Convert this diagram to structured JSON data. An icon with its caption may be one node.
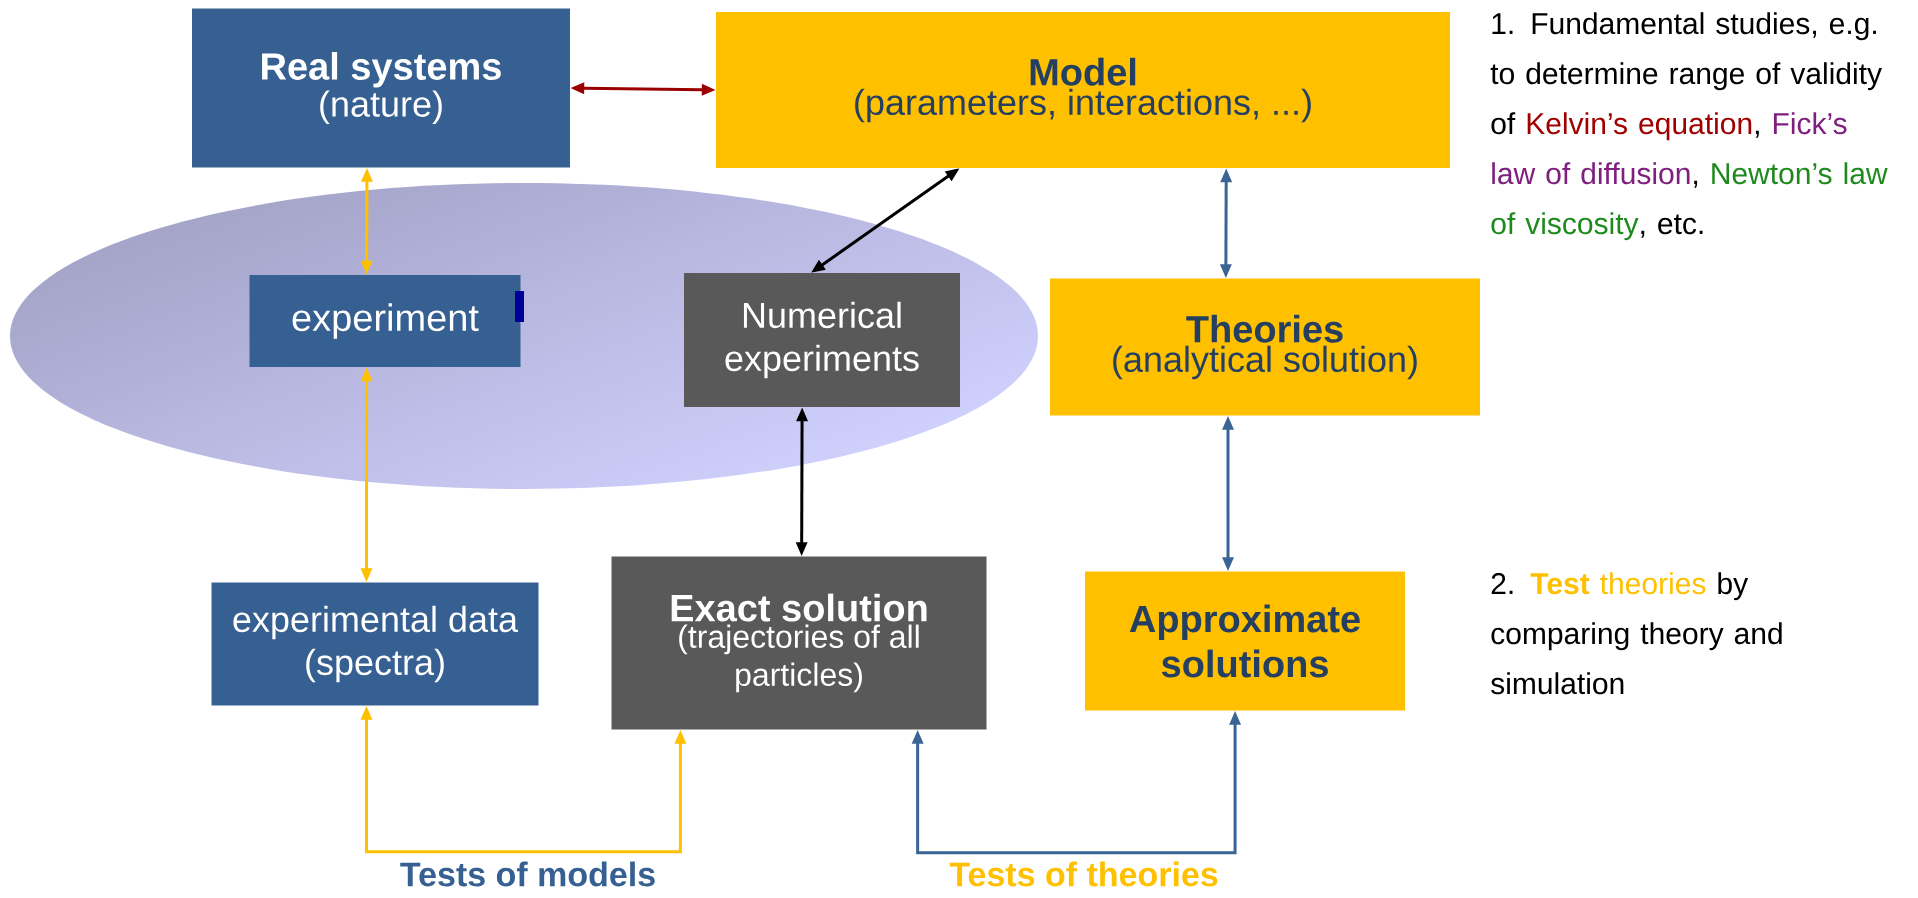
{
  "diagram": {
    "nodes": [
      {
        "text": [
          "Real systems",
          "(nature)"
        ]
      },
      {
        "text": [
          "Model",
          "(parameters, interactions, ...)"
        ]
      },
      {
        "text": [
          "experiment"
        ]
      },
      {
        "text": [
          "Numerical experiments"
        ]
      },
      {
        "text": [
          "Theories",
          "(analytical solution)"
        ]
      },
      {
        "text": [
          "experimental data (spectra)"
        ]
      },
      {
        "text": [
          "Exact solution",
          "(trajectories of all particles)"
        ]
      },
      {
        "text": [
          "Approximate solutions"
        ]
      }
    ],
    "edges": [
      {
        "from": 0,
        "to": 1,
        "arrow": "both",
        "color": "#9b0000"
      },
      {
        "from": 0,
        "to": 2,
        "arrow": "both",
        "color": "#ffc000"
      },
      {
        "from": 1,
        "to": 3,
        "arrow": "both",
        "color": "#000000"
      },
      {
        "from": 1,
        "to": 4,
        "arrow": "both",
        "color": "#3a6496"
      },
      {
        "from": 2,
        "to": 5,
        "arrow": "both",
        "color": "#ffc000"
      },
      {
        "from": 3,
        "to": 6,
        "arrow": "both",
        "color": "#000000"
      },
      {
        "from": 4,
        "to": 7,
        "arrow": "both",
        "color": "#3a6496"
      },
      {
        "from": 5,
        "to": 6,
        "arrow": "both",
        "color": "#ffc000",
        "label": "Tests of models"
      },
      {
        "from": 6,
        "to": 7,
        "arrow": "both",
        "color": "#3a6496",
        "label": "Tests of theories"
      }
    ],
    "labels": [
      "1. Fundamental studies, e.g. to determine range of validity of",
      "Kelvin’s equation",
      ",",
      "Fick’s law of diffusion",
      ",",
      "Newton’s law of viscosity",
      ", etc.",
      "2.",
      "Test",
      "theories",
      "by comparing theory and simulation"
    ]
  }
}
